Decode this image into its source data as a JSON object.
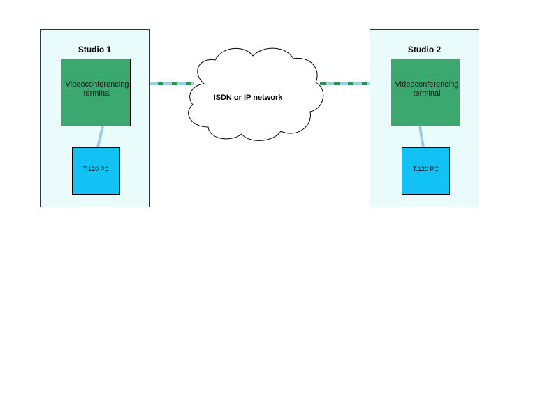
{
  "studios": [
    {
      "title": "Studio 1",
      "terminal": "Videoconferencing terminal",
      "pc": "T.120 PC"
    },
    {
      "title": "Studio 2",
      "terminal": "Videoconferencing terminal",
      "pc": "T.120 PC"
    }
  ],
  "network": {
    "label": "ISDN or IP network"
  },
  "colors": {
    "studio_bg": "#eafbfc",
    "terminal": "#3aa86f",
    "pc": "#12c2f4",
    "link_light": "#9ecbe6",
    "link_dash": "#2f8f4f"
  }
}
